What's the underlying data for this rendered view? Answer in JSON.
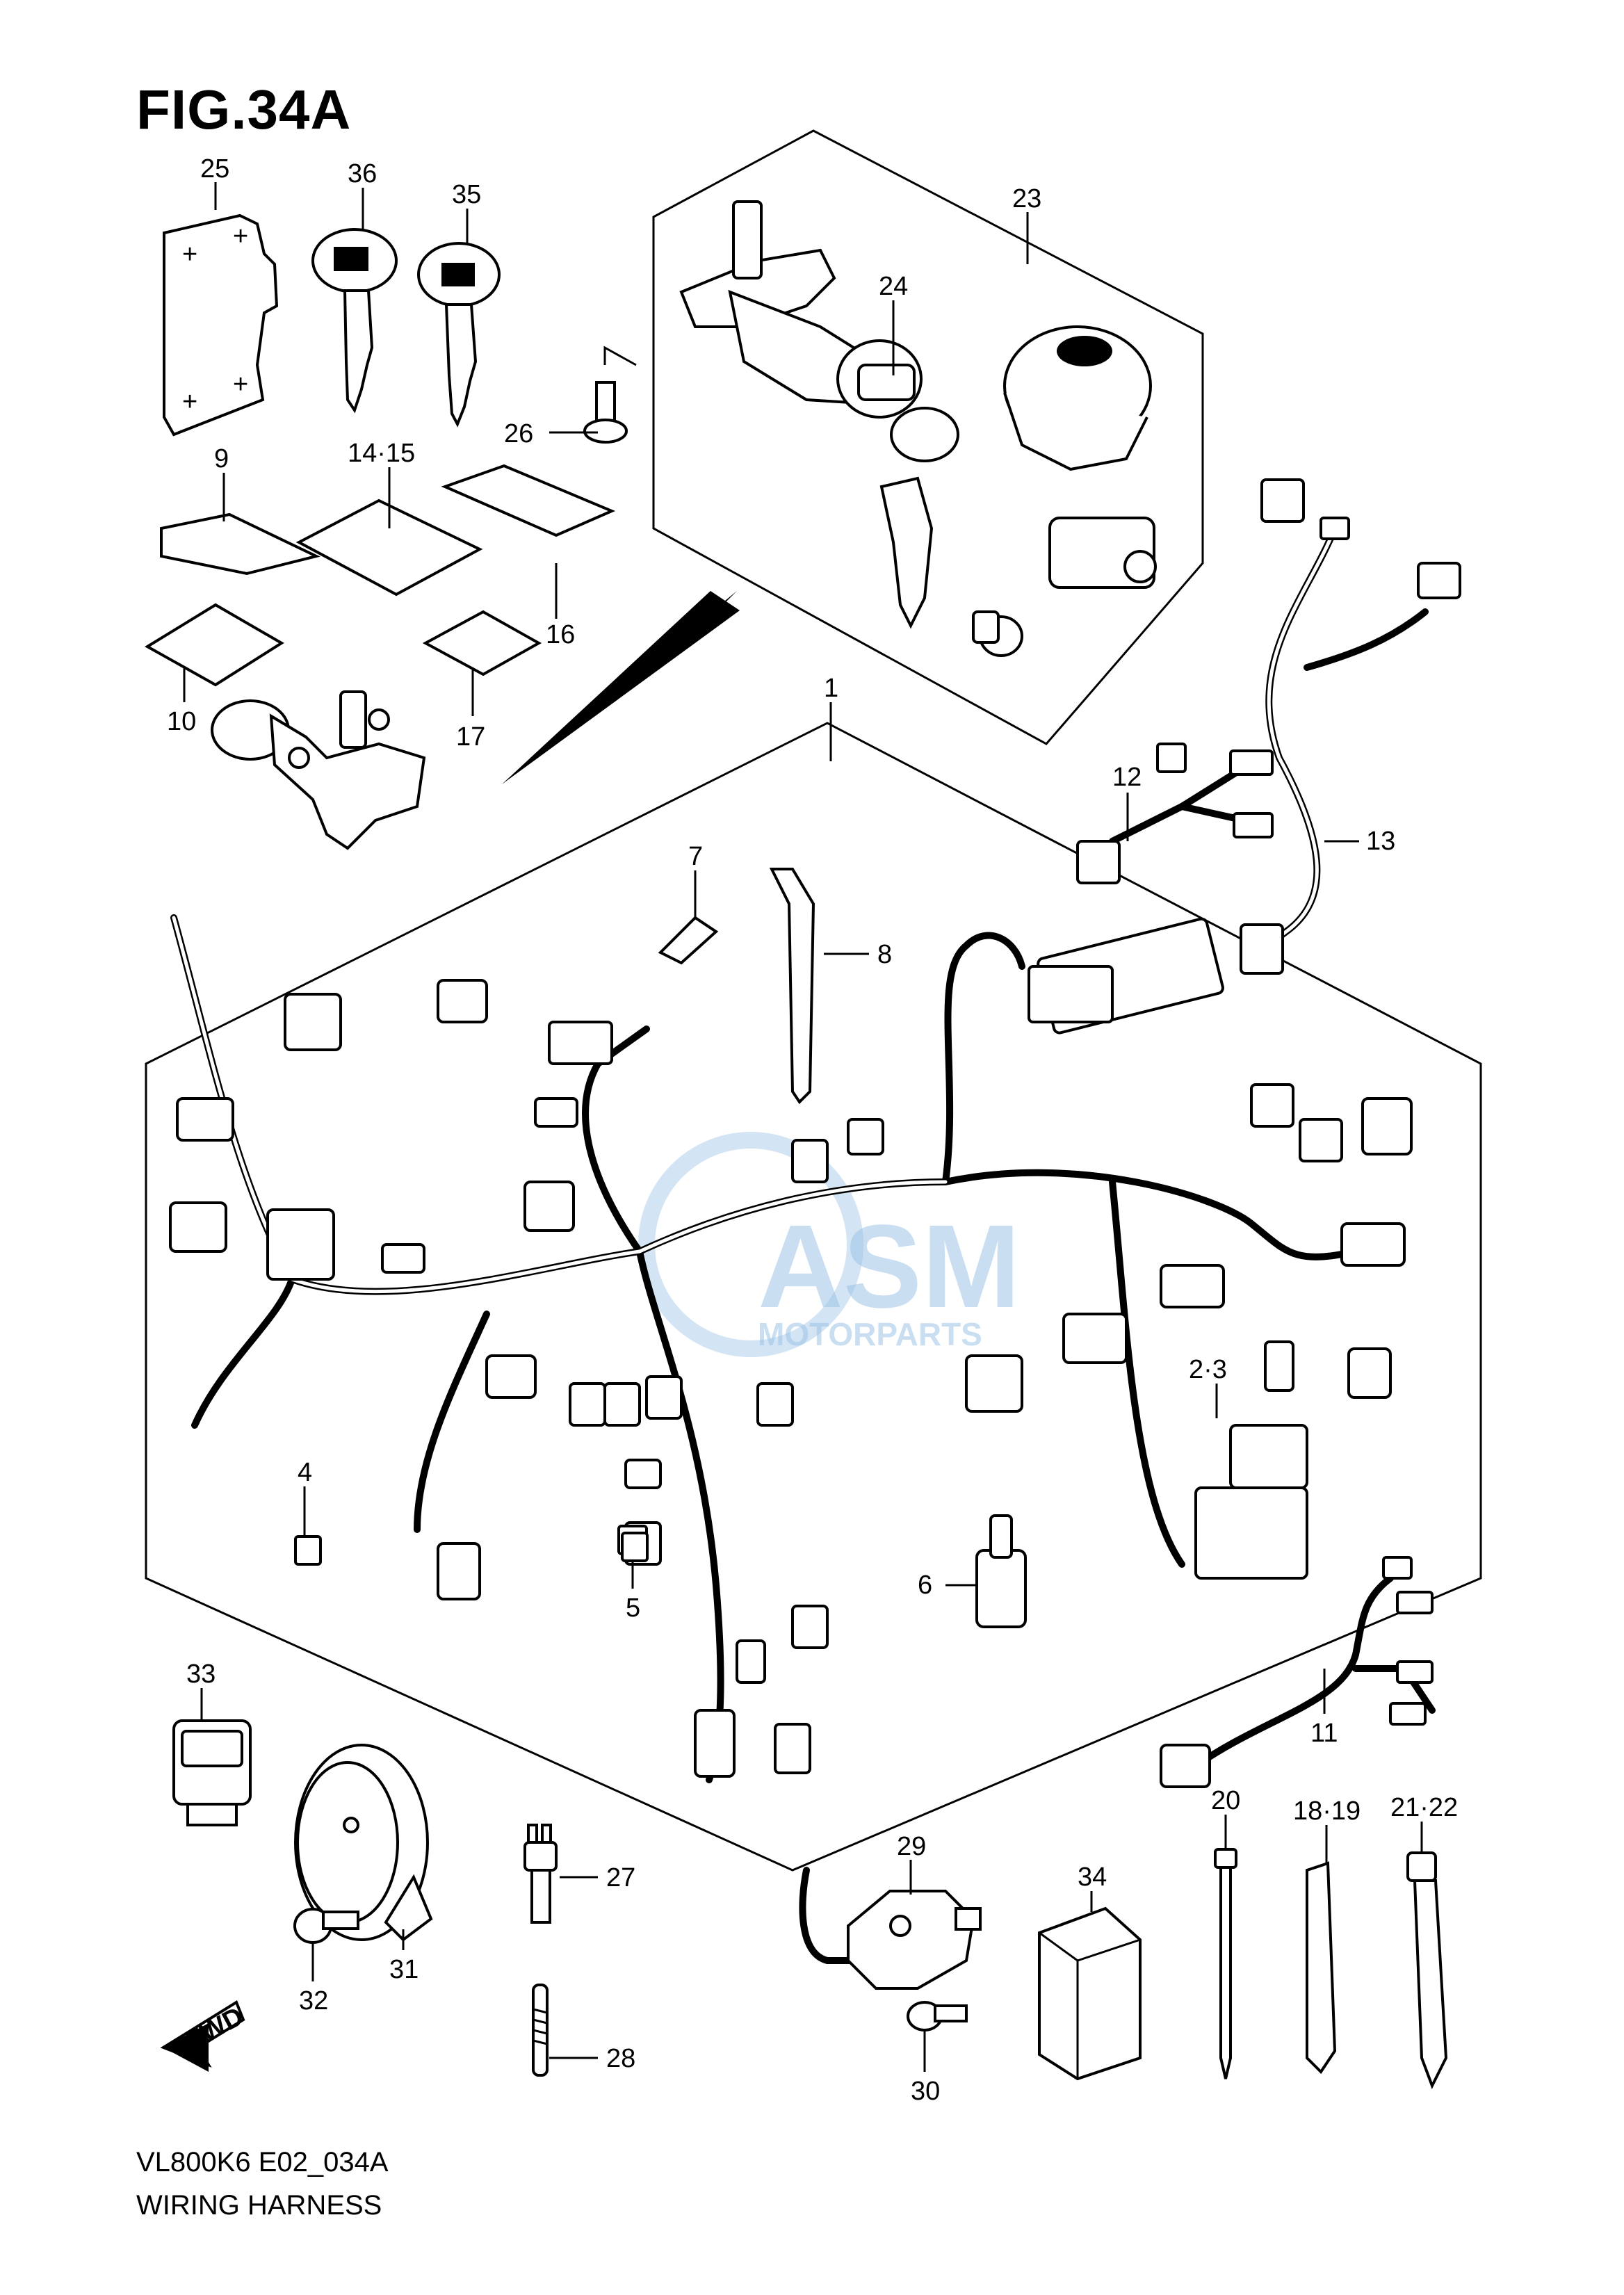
{
  "figure": {
    "title": "FIG.34A",
    "model_code": "VL800K6 E02_034A",
    "caption": "WIRING HARNESS",
    "watermark_main": "ASM",
    "watermark_sub": "MOTORPARTS",
    "fwd_text": "FWD"
  },
  "callouts": [
    "1",
    "2·3",
    "4",
    "5",
    "6",
    "7",
    "8",
    "9",
    "10",
    "11",
    "12",
    "13",
    "14·15",
    "16",
    "17",
    "18·19",
    "20",
    "21·22",
    "23",
    "24",
    "25",
    "26",
    "27",
    "28",
    "29",
    "30",
    "31",
    "32",
    "33",
    "34",
    "35",
    "36"
  ]
}
